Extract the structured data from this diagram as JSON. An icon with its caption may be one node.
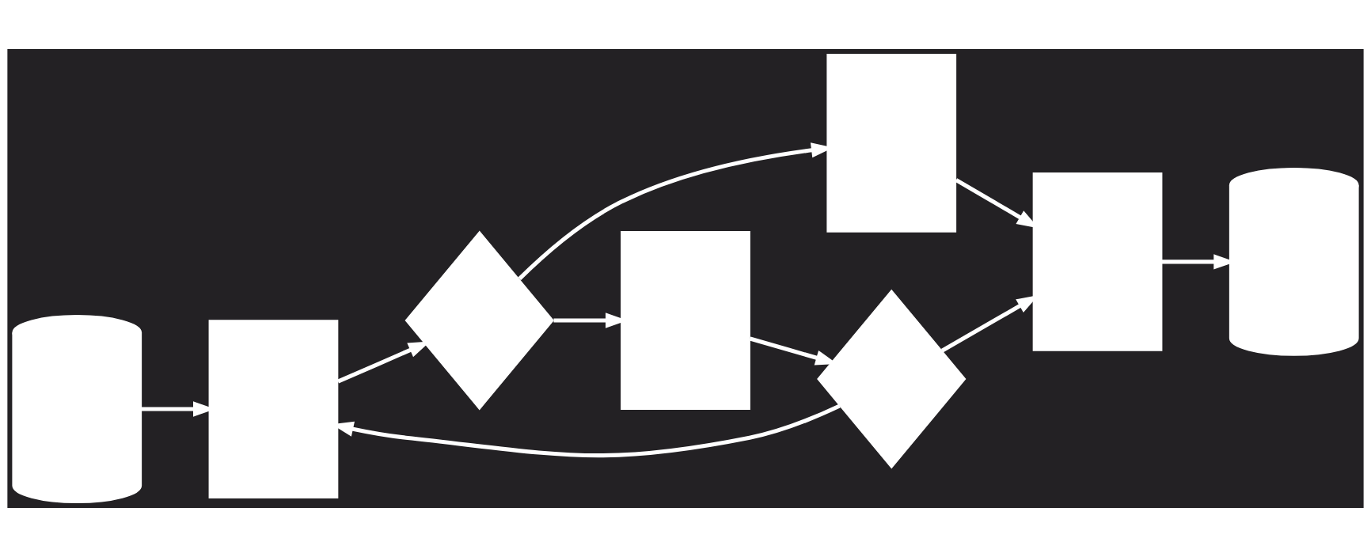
{
  "diagram": {
    "nodes": [
      {
        "text": [],
        "shape": "cylinder"
      },
      {
        "text": [],
        "shape": "box"
      },
      {
        "text": [],
        "shape": "diamond"
      },
      {
        "text": [],
        "shape": "box"
      },
      {
        "text": [],
        "shape": "diamond"
      },
      {
        "text": [],
        "shape": "box"
      },
      {
        "text": [],
        "shape": "box"
      },
      {
        "text": [],
        "shape": "cylinder"
      }
    ],
    "edges": [
      {
        "from": 0,
        "to": 1,
        "arrow": "to"
      },
      {
        "from": 1,
        "to": 2,
        "arrow": "to"
      },
      {
        "from": 2,
        "to": 3,
        "arrow": "to"
      },
      {
        "from": 3,
        "to": 4,
        "arrow": "to"
      },
      {
        "from": 4,
        "to": 1,
        "arrow": "to"
      },
      {
        "from": 4,
        "to": 6,
        "arrow": "to"
      },
      {
        "from": 2,
        "to": 5,
        "arrow": "to"
      },
      {
        "from": 5,
        "to": 6,
        "arrow": "to"
      },
      {
        "from": 6,
        "to": 7,
        "arrow": "to"
      }
    ]
  }
}
